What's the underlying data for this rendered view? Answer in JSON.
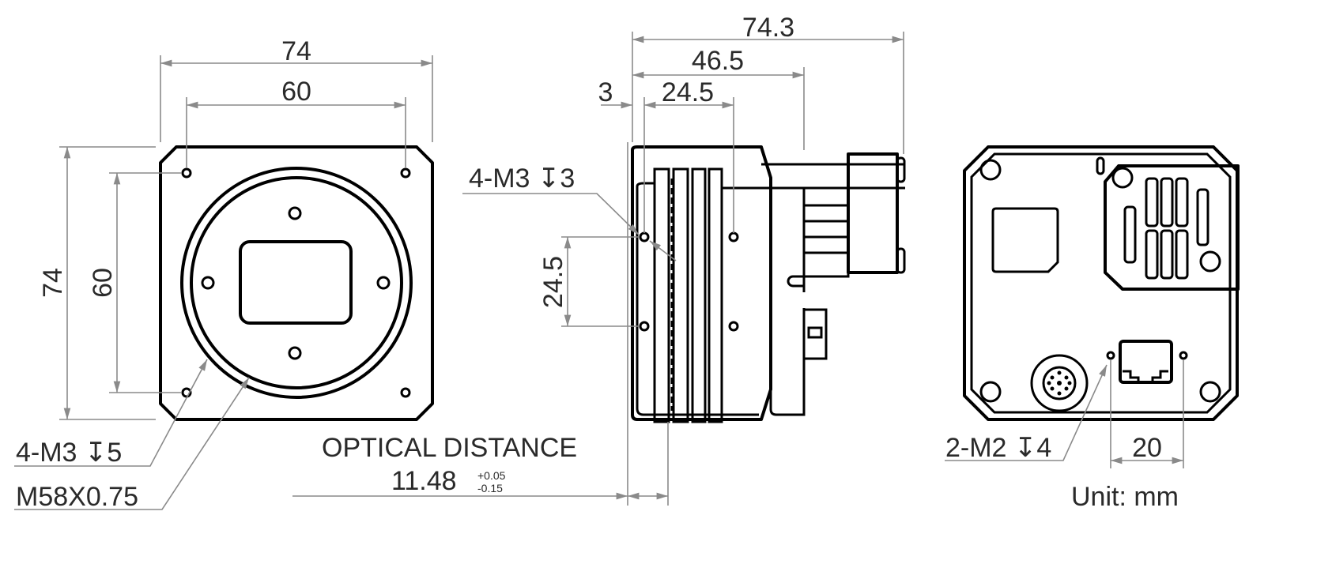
{
  "title": "Camera dimension drawing",
  "front_view": {
    "width_outer": "74",
    "width_holes": "60",
    "height_outer": "74",
    "height_holes": "60",
    "mount_holes_label": "4-M3 ↧5",
    "lens_mount_label": "M58X0.75"
  },
  "side_view": {
    "total_length": "74.3",
    "body_length": "46.5",
    "hole_spacing_h": "24.5",
    "front_offset": "3",
    "hole_spacing_v": "24.5",
    "mount_holes_label": "4-M3 ↧3",
    "optical_distance_label": "OPTICAL DISTANCE",
    "optical_distance_value": "11.48",
    "tolerance_plus": "+0.05",
    "tolerance_minus": "-0.15"
  },
  "back_view": {
    "screw_holes_label": "2-M2 ↧4",
    "hole_spacing": "20",
    "unit_label": "Unit: mm"
  }
}
